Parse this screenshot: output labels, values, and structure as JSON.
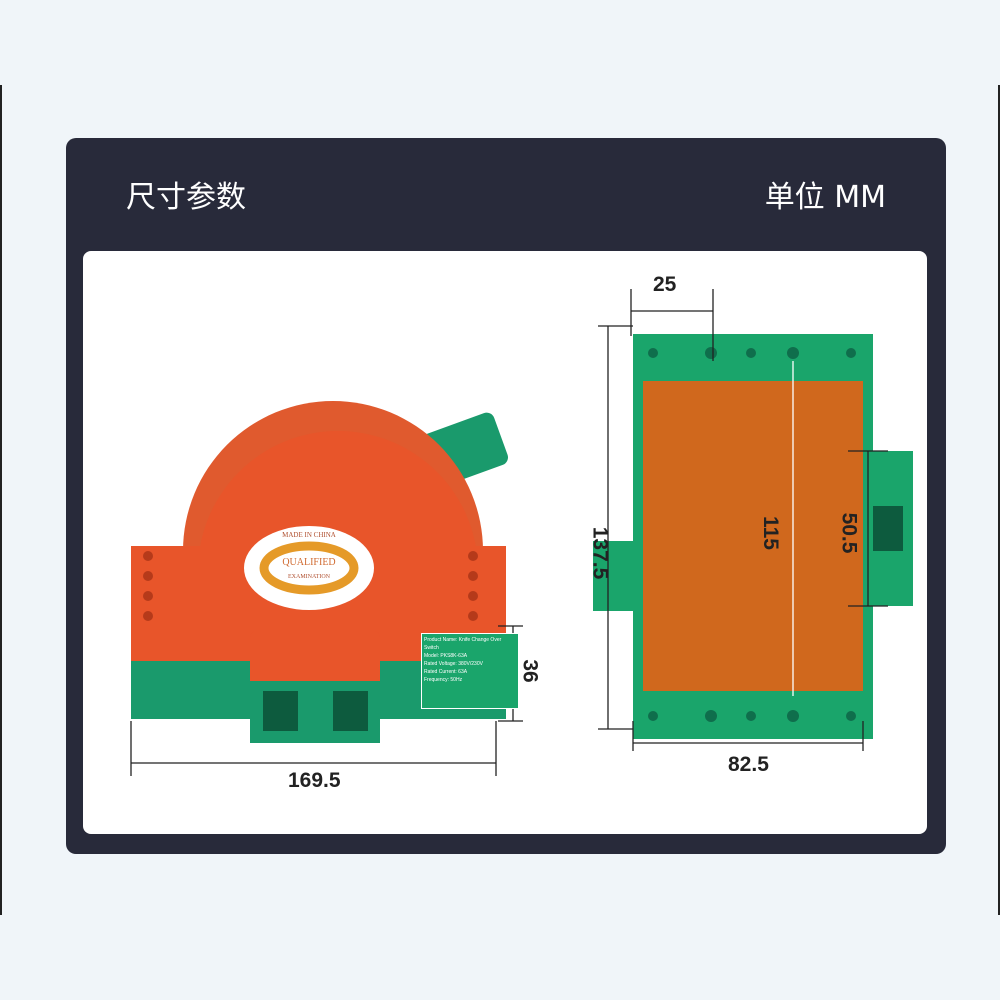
{
  "header": {
    "title": "尺寸参数",
    "unit": "单位 MM"
  },
  "dimensions": {
    "width": "169.5",
    "height": "36",
    "hole_spacing": "25",
    "total_length": "137.5",
    "inner_length": "115",
    "side_length": "50.5",
    "base_width": "82.5"
  },
  "product_badge": {
    "top": "MADE IN CHINA",
    "middle": "QUALIFIED",
    "bottom": "EXAMINATION"
  },
  "product_label": {
    "lines": [
      "Product Name: Knife Change Over Switch",
      "Model: PKS8K-63A",
      "Rated Voltage: 380V/230V",
      "Rated Current: 63A",
      "Frequency: 50Hz"
    ]
  },
  "colors": {
    "orange": "#e8552a",
    "green": "#1a9a6c",
    "panel": "#282a3a"
  }
}
